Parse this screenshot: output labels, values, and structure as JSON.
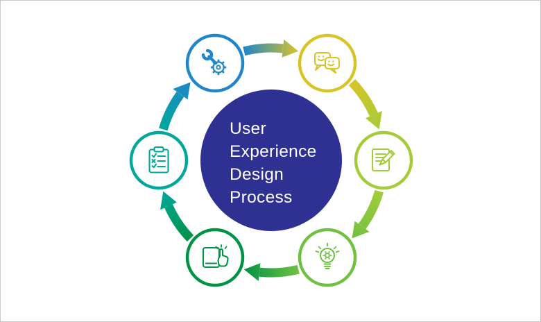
{
  "diagram": {
    "title_lines": [
      "User",
      "Experience",
      "Design",
      "Process"
    ],
    "center_color": "#2e3192",
    "background_color": "#ffffff",
    "frame_border_color": "#c9c9c9",
    "flow_direction": "clockwise",
    "steps": [
      {
        "icon": "wrench-gear-icon",
        "color": "#1f86c9"
      },
      {
        "icon": "chat-smileys-icon",
        "color": "#d9c427"
      },
      {
        "icon": "document-pencil-icon",
        "color": "#a4cc3a"
      },
      {
        "icon": "lightbulb-gear-icon",
        "color": "#70c041"
      },
      {
        "icon": "tablet-touch-icon",
        "color": "#009245"
      },
      {
        "icon": "clipboard-checklist-icon",
        "color": "#00a89c"
      }
    ]
  }
}
